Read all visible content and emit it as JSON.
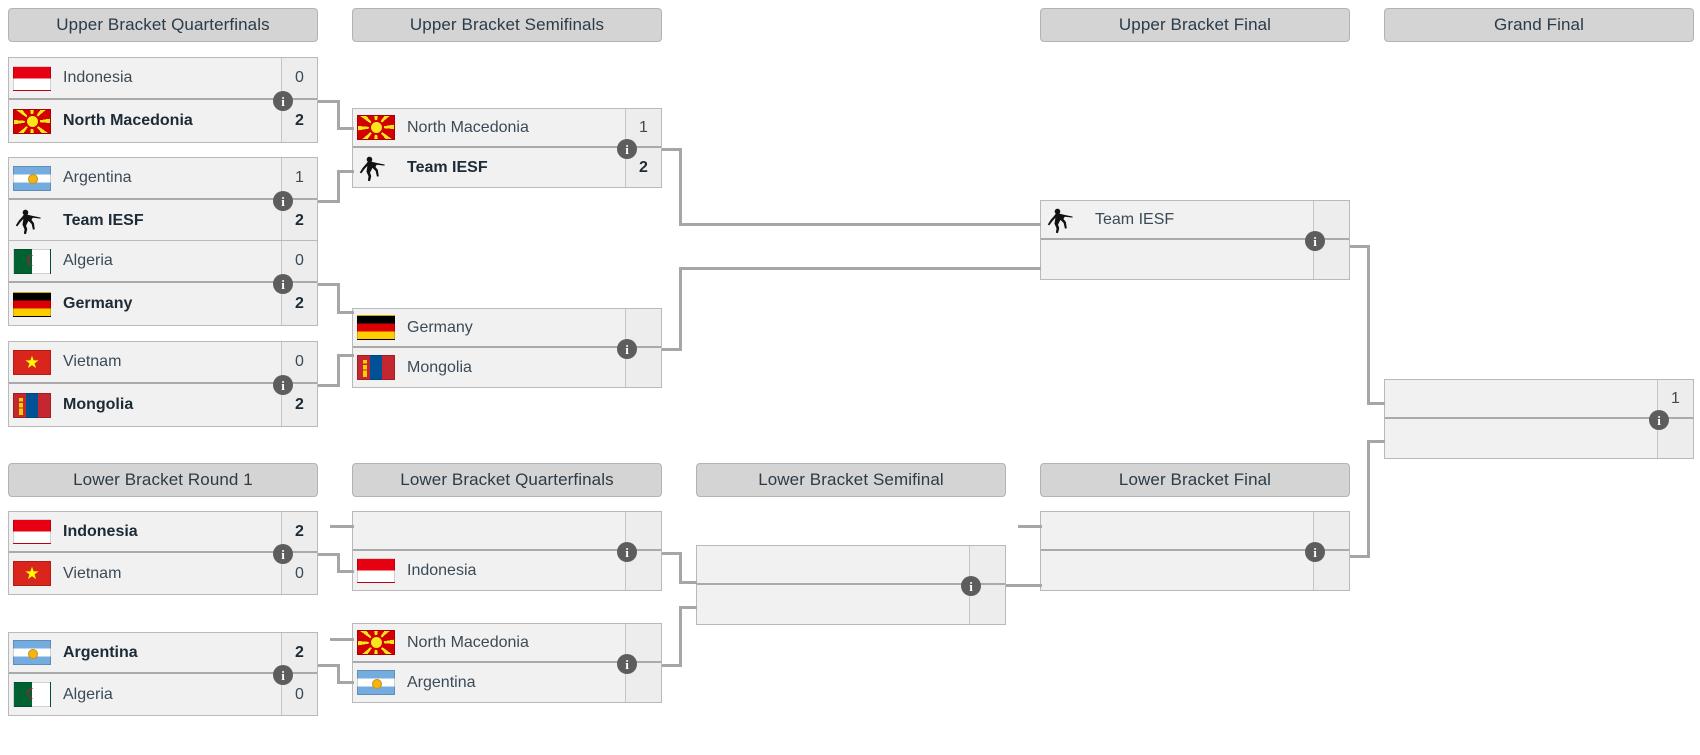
{
  "rounds": [
    {
      "id": "ubqf",
      "label": "Upper Bracket Quarterfinals"
    },
    {
      "id": "ubsf",
      "label": "Upper Bracket Semifinals"
    },
    {
      "id": "ubf",
      "label": "Upper Bracket Final"
    },
    {
      "id": "gf",
      "label": "Grand Final"
    },
    {
      "id": "lbr1",
      "label": "Lower Bracket Round 1"
    },
    {
      "id": "lbqf",
      "label": "Lower Bracket Quarterfinals"
    },
    {
      "id": "lbsf",
      "label": "Lower Bracket Semifinal"
    },
    {
      "id": "lbf",
      "label": "Lower Bracket Final"
    }
  ],
  "info_badge_label": "i",
  "matches": {
    "ubqf1": {
      "top": {
        "team": "Indonesia",
        "flag": "id",
        "score": "0",
        "winner": false
      },
      "bottom": {
        "team": "North Macedonia",
        "flag": "mk",
        "score": "2",
        "winner": true
      }
    },
    "ubqf2": {
      "top": {
        "team": "Argentina",
        "flag": "ar",
        "score": "1",
        "winner": false
      },
      "bottom": {
        "team": "Team IESF",
        "flag": "iesf",
        "score": "2",
        "winner": true
      }
    },
    "ubqf3": {
      "top": {
        "team": "Algeria",
        "flag": "dz",
        "score": "0",
        "winner": false
      },
      "bottom": {
        "team": "Germany",
        "flag": "de",
        "score": "2",
        "winner": true
      }
    },
    "ubqf4": {
      "top": {
        "team": "Vietnam",
        "flag": "vn",
        "score": "0",
        "winner": false
      },
      "bottom": {
        "team": "Mongolia",
        "flag": "mn",
        "score": "2",
        "winner": true
      }
    },
    "ubsf1": {
      "top": {
        "team": "North Macedonia",
        "flag": "mk",
        "score": "1",
        "winner": false
      },
      "bottom": {
        "team": "Team IESF",
        "flag": "iesf",
        "score": "2",
        "winner": true
      }
    },
    "ubsf2": {
      "top": {
        "team": "Germany",
        "flag": "de",
        "score": "",
        "winner": false
      },
      "bottom": {
        "team": "Mongolia",
        "flag": "mn",
        "score": "",
        "winner": false
      }
    },
    "ubf1": {
      "top": {
        "team": "Team IESF",
        "flag": "iesf",
        "score": "",
        "winner": false
      },
      "bottom": {
        "team": "",
        "flag": "none",
        "score": "",
        "winner": false
      }
    },
    "gf1": {
      "top": {
        "team": "",
        "flag": "none",
        "score": "1",
        "winner": false
      },
      "bottom": {
        "team": "",
        "flag": "none",
        "score": "",
        "winner": false
      }
    },
    "lbr1a": {
      "top": {
        "team": "Indonesia",
        "flag": "id",
        "score": "2",
        "winner": true
      },
      "bottom": {
        "team": "Vietnam",
        "flag": "vn",
        "score": "0",
        "winner": false
      }
    },
    "lbr1b": {
      "top": {
        "team": "Argentina",
        "flag": "ar",
        "score": "2",
        "winner": true
      },
      "bottom": {
        "team": "Algeria",
        "flag": "dz",
        "score": "0",
        "winner": false
      }
    },
    "lbqf1": {
      "top": {
        "team": "",
        "flag": "none",
        "score": "",
        "winner": false
      },
      "bottom": {
        "team": "Indonesia",
        "flag": "id",
        "score": "",
        "winner": false
      }
    },
    "lbqf2": {
      "top": {
        "team": "North Macedonia",
        "flag": "mk",
        "score": "",
        "winner": false
      },
      "bottom": {
        "team": "Argentina",
        "flag": "ar",
        "score": "",
        "winner": false
      }
    },
    "lbsf1": {
      "top": {
        "team": "",
        "flag": "none",
        "score": "",
        "winner": false
      },
      "bottom": {
        "team": "",
        "flag": "none",
        "score": "",
        "winner": false
      }
    },
    "lbf1": {
      "top": {
        "team": "",
        "flag": "none",
        "score": "",
        "winner": false
      },
      "bottom": {
        "team": "",
        "flag": "none",
        "score": "",
        "winner": false
      }
    }
  },
  "colors": {
    "header_bg": "#d4d4d4",
    "header_border": "#b3b3b3",
    "match_bg": "#f1f1f1",
    "score_bg": "#ededed",
    "line": "#a6a6a6",
    "text": "#3b4a56",
    "badge_bg": "#5d5d5d"
  }
}
